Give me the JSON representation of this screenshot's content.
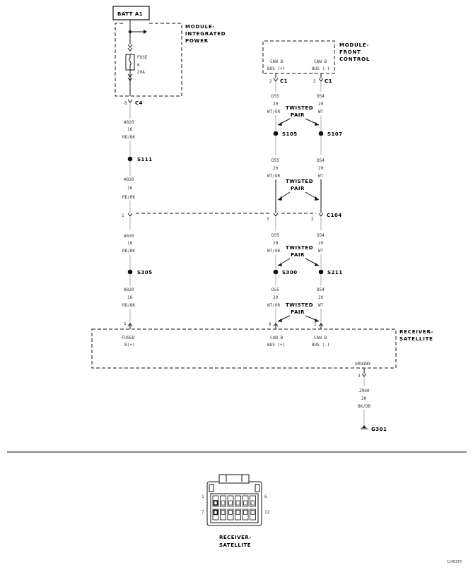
{
  "batt": "BATT A1",
  "modules": {
    "tipm": [
      "MODULE-",
      "INTEGRATED",
      "POWER"
    ],
    "fcm": [
      "MODULE-",
      "FRONT",
      "CONTROL"
    ],
    "receiver": [
      "RECEIVER-",
      "SATELLITE"
    ]
  },
  "fuse": {
    "label": "FUSE",
    "num": "6",
    "amp": "20A"
  },
  "fcm_pins": [
    {
      "line1": "CAN B",
      "line2": "BUS (+)",
      "pin": "2",
      "conn": "C1"
    },
    {
      "line1": "CAN B",
      "line2": "BUS (-)",
      "pin": "3",
      "conn": "C1"
    }
  ],
  "tipm_conn": {
    "pin": "8",
    "conn": "C4"
  },
  "left_wire": {
    "circuit": "A020",
    "gauge": "16",
    "color": "RD/BK"
  },
  "can_plus_wire": {
    "circuit": "D55",
    "gauge": "20",
    "color": "WT/OR"
  },
  "can_minus_wire": {
    "circuit": "D54",
    "gauge": "20",
    "color": "WT"
  },
  "twisted_pair": [
    "TWISTED",
    "PAIR"
  ],
  "splices": {
    "s105": "S105",
    "s107": "S107",
    "s111": "S111",
    "s305": "S305",
    "s300": "S300",
    "s211": "S211"
  },
  "c104": {
    "conn": "C104",
    "pin_left": "1",
    "pin_plus": "3",
    "pin_minus": "2"
  },
  "receiver_pins": {
    "fused": {
      "line1": "FUSED",
      "line2": "B(+)",
      "pin": "1"
    },
    "can_plus": {
      "line1": "CAN B",
      "line2": "BUS (+)",
      "pin": "8"
    },
    "can_minus": {
      "line1": "CAN B",
      "line2": "BUS (-)",
      "pin": "2"
    },
    "ground": {
      "label": "GROUND",
      "pin": "3"
    }
  },
  "ground_wire": {
    "circuit": "Z960",
    "gauge": "20",
    "color": "BK/DB"
  },
  "ground_point": "G301",
  "connector": {
    "title": [
      "RECEIVER-",
      "SATELLITE"
    ],
    "pin_1": "1",
    "pin_6": "6",
    "pin_7": "7",
    "pin_12": "12"
  },
  "footer_code": "1145374"
}
